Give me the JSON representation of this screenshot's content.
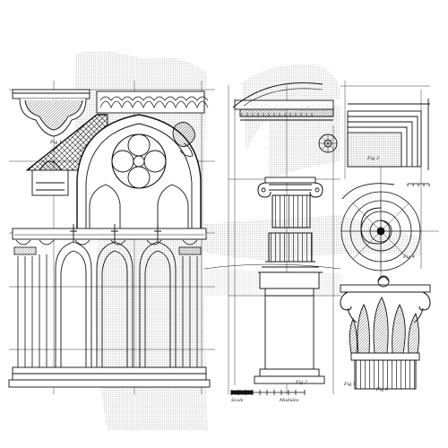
{
  "figure_labels": {
    "fig1": "Fig 1",
    "fig2": "Fig 2",
    "fig3": "Fig 3",
    "fig4": "Fig 4",
    "fig5": "Fig 5",
    "fig6": "Fig 6"
  },
  "scale_bar": {
    "left_text": "Scale",
    "right_text": "Modules"
  },
  "ink_color": "#111111",
  "paper_color": "#ffffff",
  "halftone_color": "#9a9a9a"
}
